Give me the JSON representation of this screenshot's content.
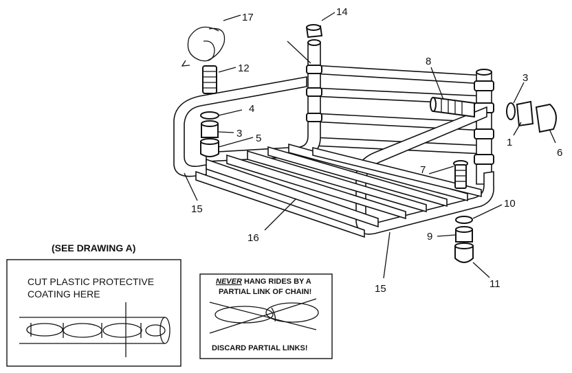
{
  "callouts": {
    "c17": "17",
    "c12": "12",
    "c14": "14",
    "c8": "8",
    "c3a": "3",
    "c3b": "3",
    "c4": "4",
    "c5": "5",
    "c1": "1",
    "c6": "6",
    "c7": "7",
    "c10": "10",
    "c9": "9",
    "c11": "11",
    "c15a": "15",
    "c15b": "15",
    "c16": "16"
  },
  "drawing_a": {
    "caption": "(SEE DRAWING A)",
    "line1": "CUT PLASTIC PROTECTIVE",
    "line2": "COATING HERE"
  },
  "warning_box": {
    "never": "NEVER",
    "line1_rest": " HANG RIDES BY A",
    "line2": "PARTIAL LINK OF CHAIN!",
    "bottom": "DISCARD PARTIAL LINKS!"
  }
}
